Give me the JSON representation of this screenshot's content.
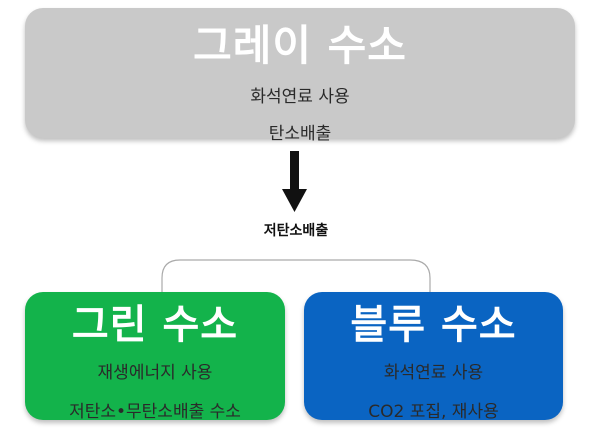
{
  "gray": {
    "title": "그레이 수소",
    "lines": [
      "화석연료 사용",
      "탄소배출"
    ],
    "color": "#c9c9c9"
  },
  "connector_label": "저탄소배출",
  "green": {
    "title": "그린 수소",
    "lines": [
      "재생에너지 사용",
      "저탄소•무탄소배출 수소"
    ],
    "color": "#13b34b"
  },
  "blue": {
    "title": "블루 수소",
    "lines": [
      "화석연료 사용",
      "CO2 포집, 재사용"
    ],
    "color": "#0a64c2"
  }
}
